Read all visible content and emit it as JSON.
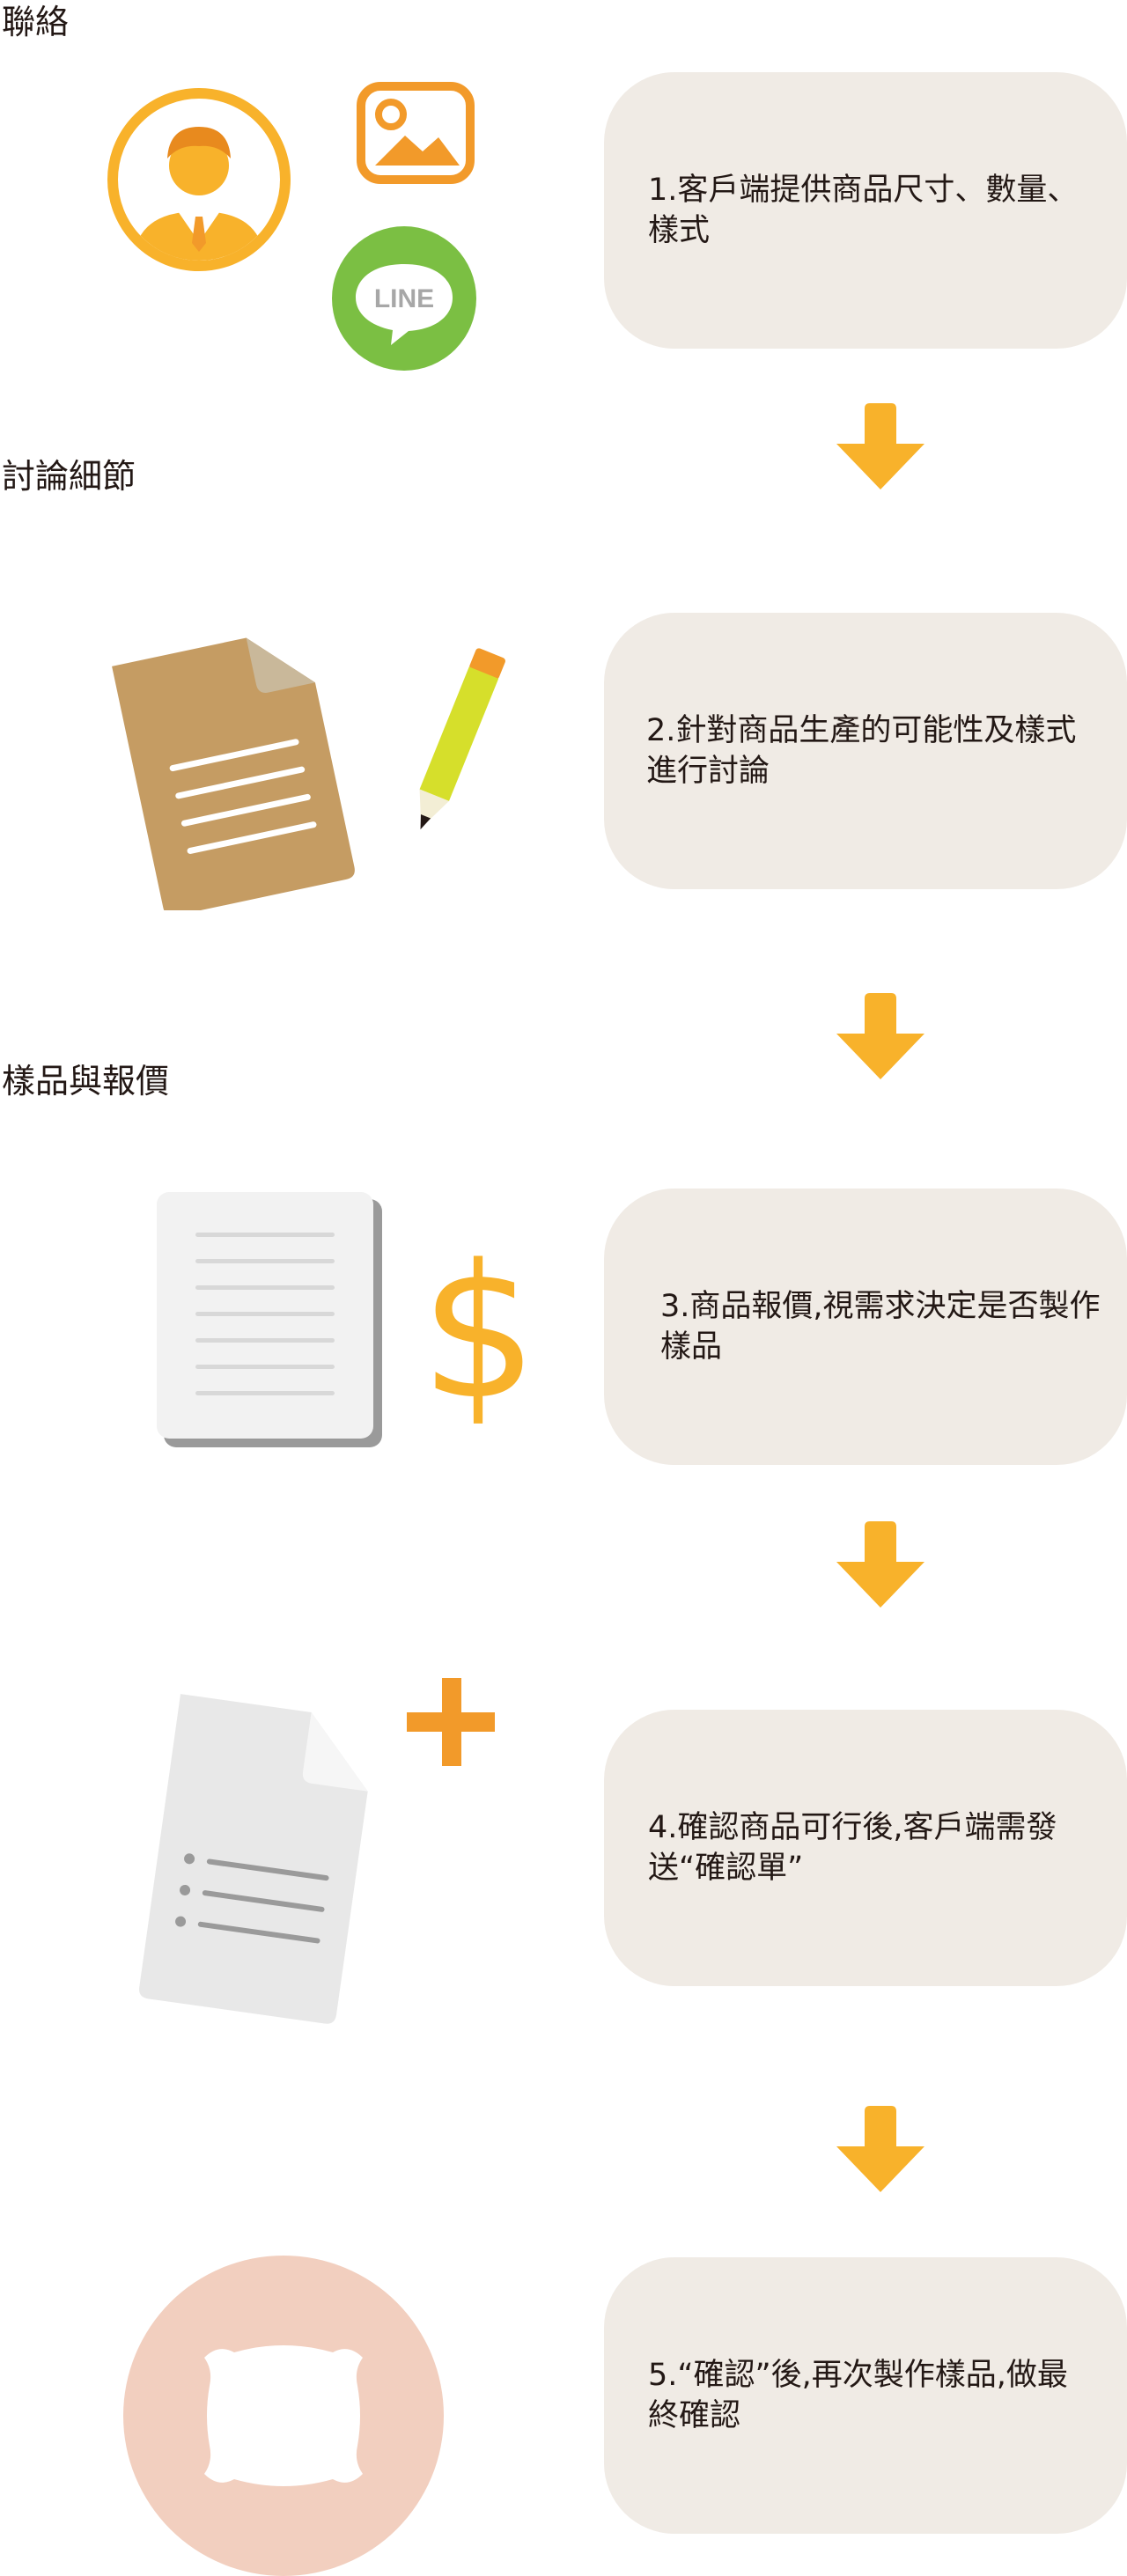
{
  "sections": [
    {
      "title": "聯絡"
    },
    {
      "title": "討論細節"
    },
    {
      "title": "樣品與報價"
    }
  ],
  "steps": [
    {
      "text": "1.客戶端提供商品尺寸、數量、樣式"
    },
    {
      "text": "2.針對商品生產的可能性及樣式進行討論"
    },
    {
      "text": "3.商品報價,視需求決定是否製作樣品"
    },
    {
      "text": "4.確認商品可行後,客戶端需發送“確認單”"
    },
    {
      "text": "5.“確認”後,再次製作樣品,做最終確認"
    }
  ],
  "icons": {
    "line_label": "LINE",
    "currency_symbol": "$"
  },
  "colors": {
    "box": "#f0ebe5",
    "arrow": "#f8b22b",
    "orange": "#f29a2a",
    "line_green": "#7bbf43",
    "kraft": "#c59c63",
    "pencil": "#d6df2b",
    "pillow_bg": "#f2cfbf"
  }
}
